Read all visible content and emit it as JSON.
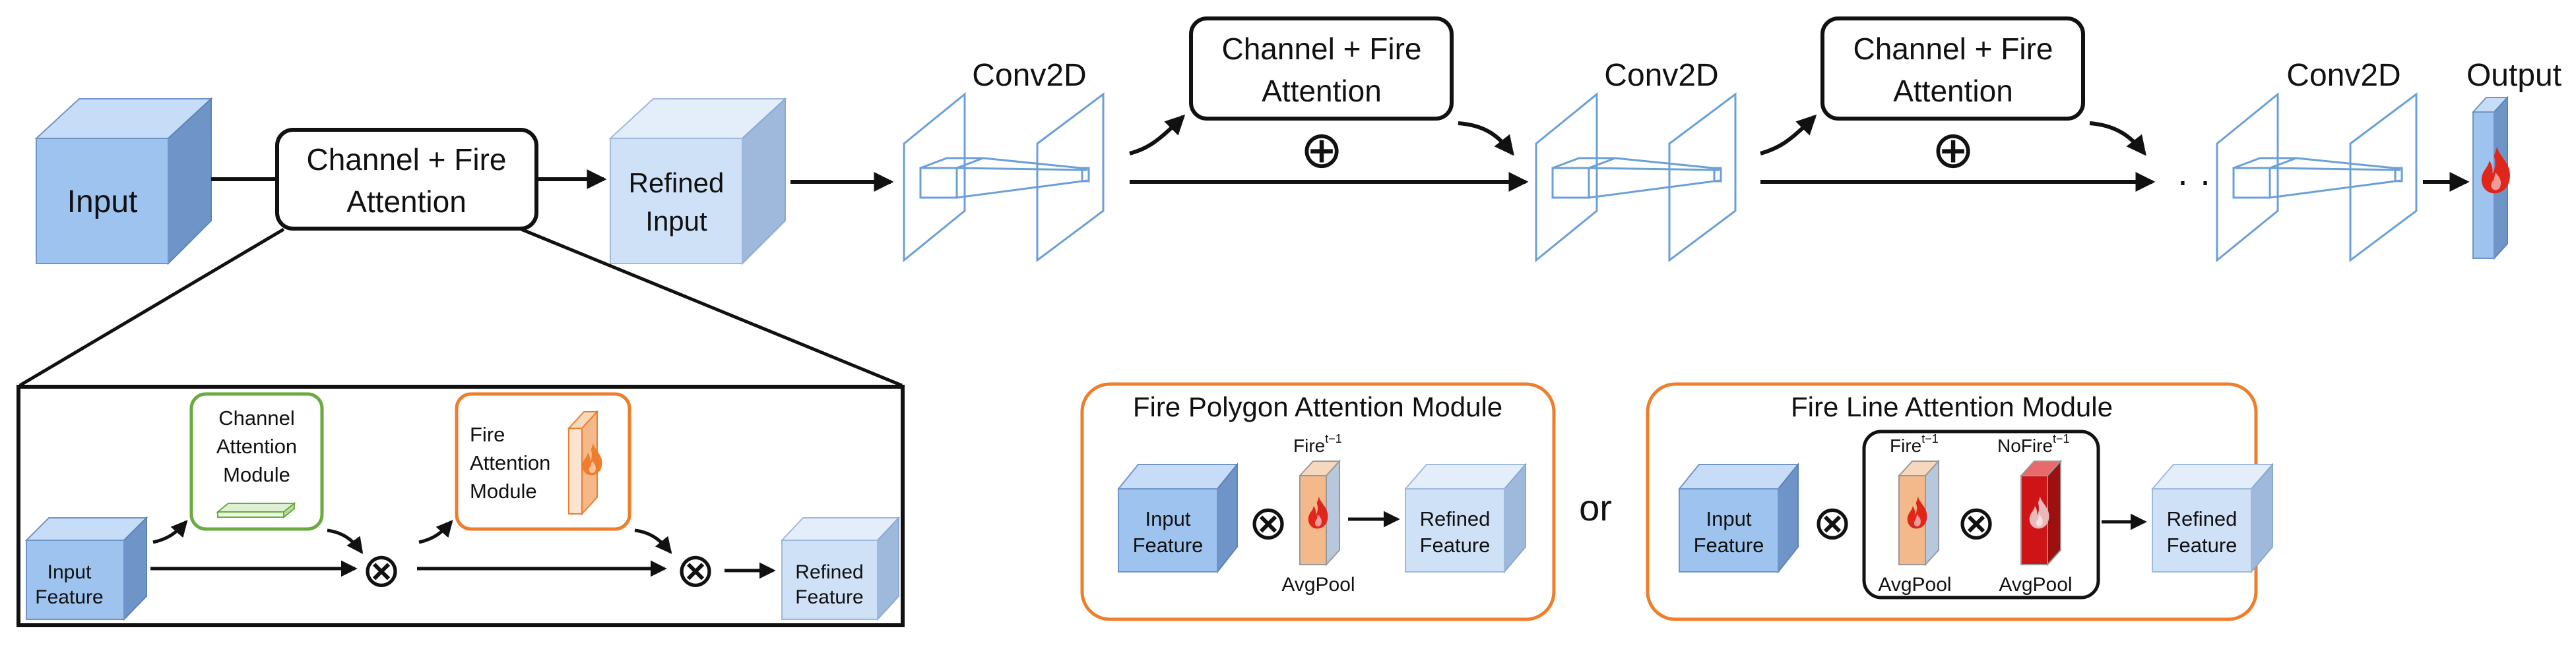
{
  "colors": {
    "cube_front": "#9ec3ee",
    "cube_top": "#c7dcf6",
    "cube_side": "#6f95c8",
    "cube_light_front": "#cfe1f6",
    "cube_light_top": "#e4eefb",
    "cube_light_side": "#9fb9dc",
    "conv_stroke": "#6a9fd8",
    "line": "#111111",
    "channel_green": "#6aaa3f",
    "fire_orange": "#ee7d2c",
    "fire_red": "#e0251b",
    "nofire_red": "#cf1418"
  },
  "top_row": {
    "input_label": "Input",
    "attention_label_line1": "Channel + Fire",
    "attention_label_line2": "Attention",
    "refined_line1": "Refined",
    "refined_line2": "Input",
    "conv_label": "Conv2D",
    "plus_symbol": "⊕",
    "ellipsis": "· ·",
    "output_label": "Output"
  },
  "zoom_panel": {
    "input_line1": "Input",
    "input_line2": "Feature",
    "channel_line1": "Channel",
    "channel_line2": "Attention",
    "channel_line3": "Module",
    "fire_line1": "Fire",
    "fire_line2": "Attention",
    "fire_line3": "Module",
    "times_symbol": "⊗",
    "refined_line1": "Refined",
    "refined_line2": "Feature"
  },
  "polygon_module": {
    "title": "Fire Polygon Attention Module",
    "input_line1": "Input",
    "input_line2": "Feature",
    "fire_base": "Fire",
    "fire_sup": "t−1",
    "avgpool": "AvgPool",
    "refined_line1": "Refined",
    "refined_line2": "Feature",
    "times_symbol": "⊗"
  },
  "or_label": "or",
  "line_module": {
    "title": "Fire Line Attention Module",
    "input_line1": "Input",
    "input_line2": "Feature",
    "fire_base": "Fire",
    "fire_sup": "t−1",
    "nofire_base": "NoFire",
    "nofire_sup": "t−1",
    "avgpool_1": "AvgPool",
    "avgpool_2": "AvgPool",
    "refined_line1": "Refined",
    "refined_line2": "Feature",
    "times_symbol": "⊗"
  }
}
